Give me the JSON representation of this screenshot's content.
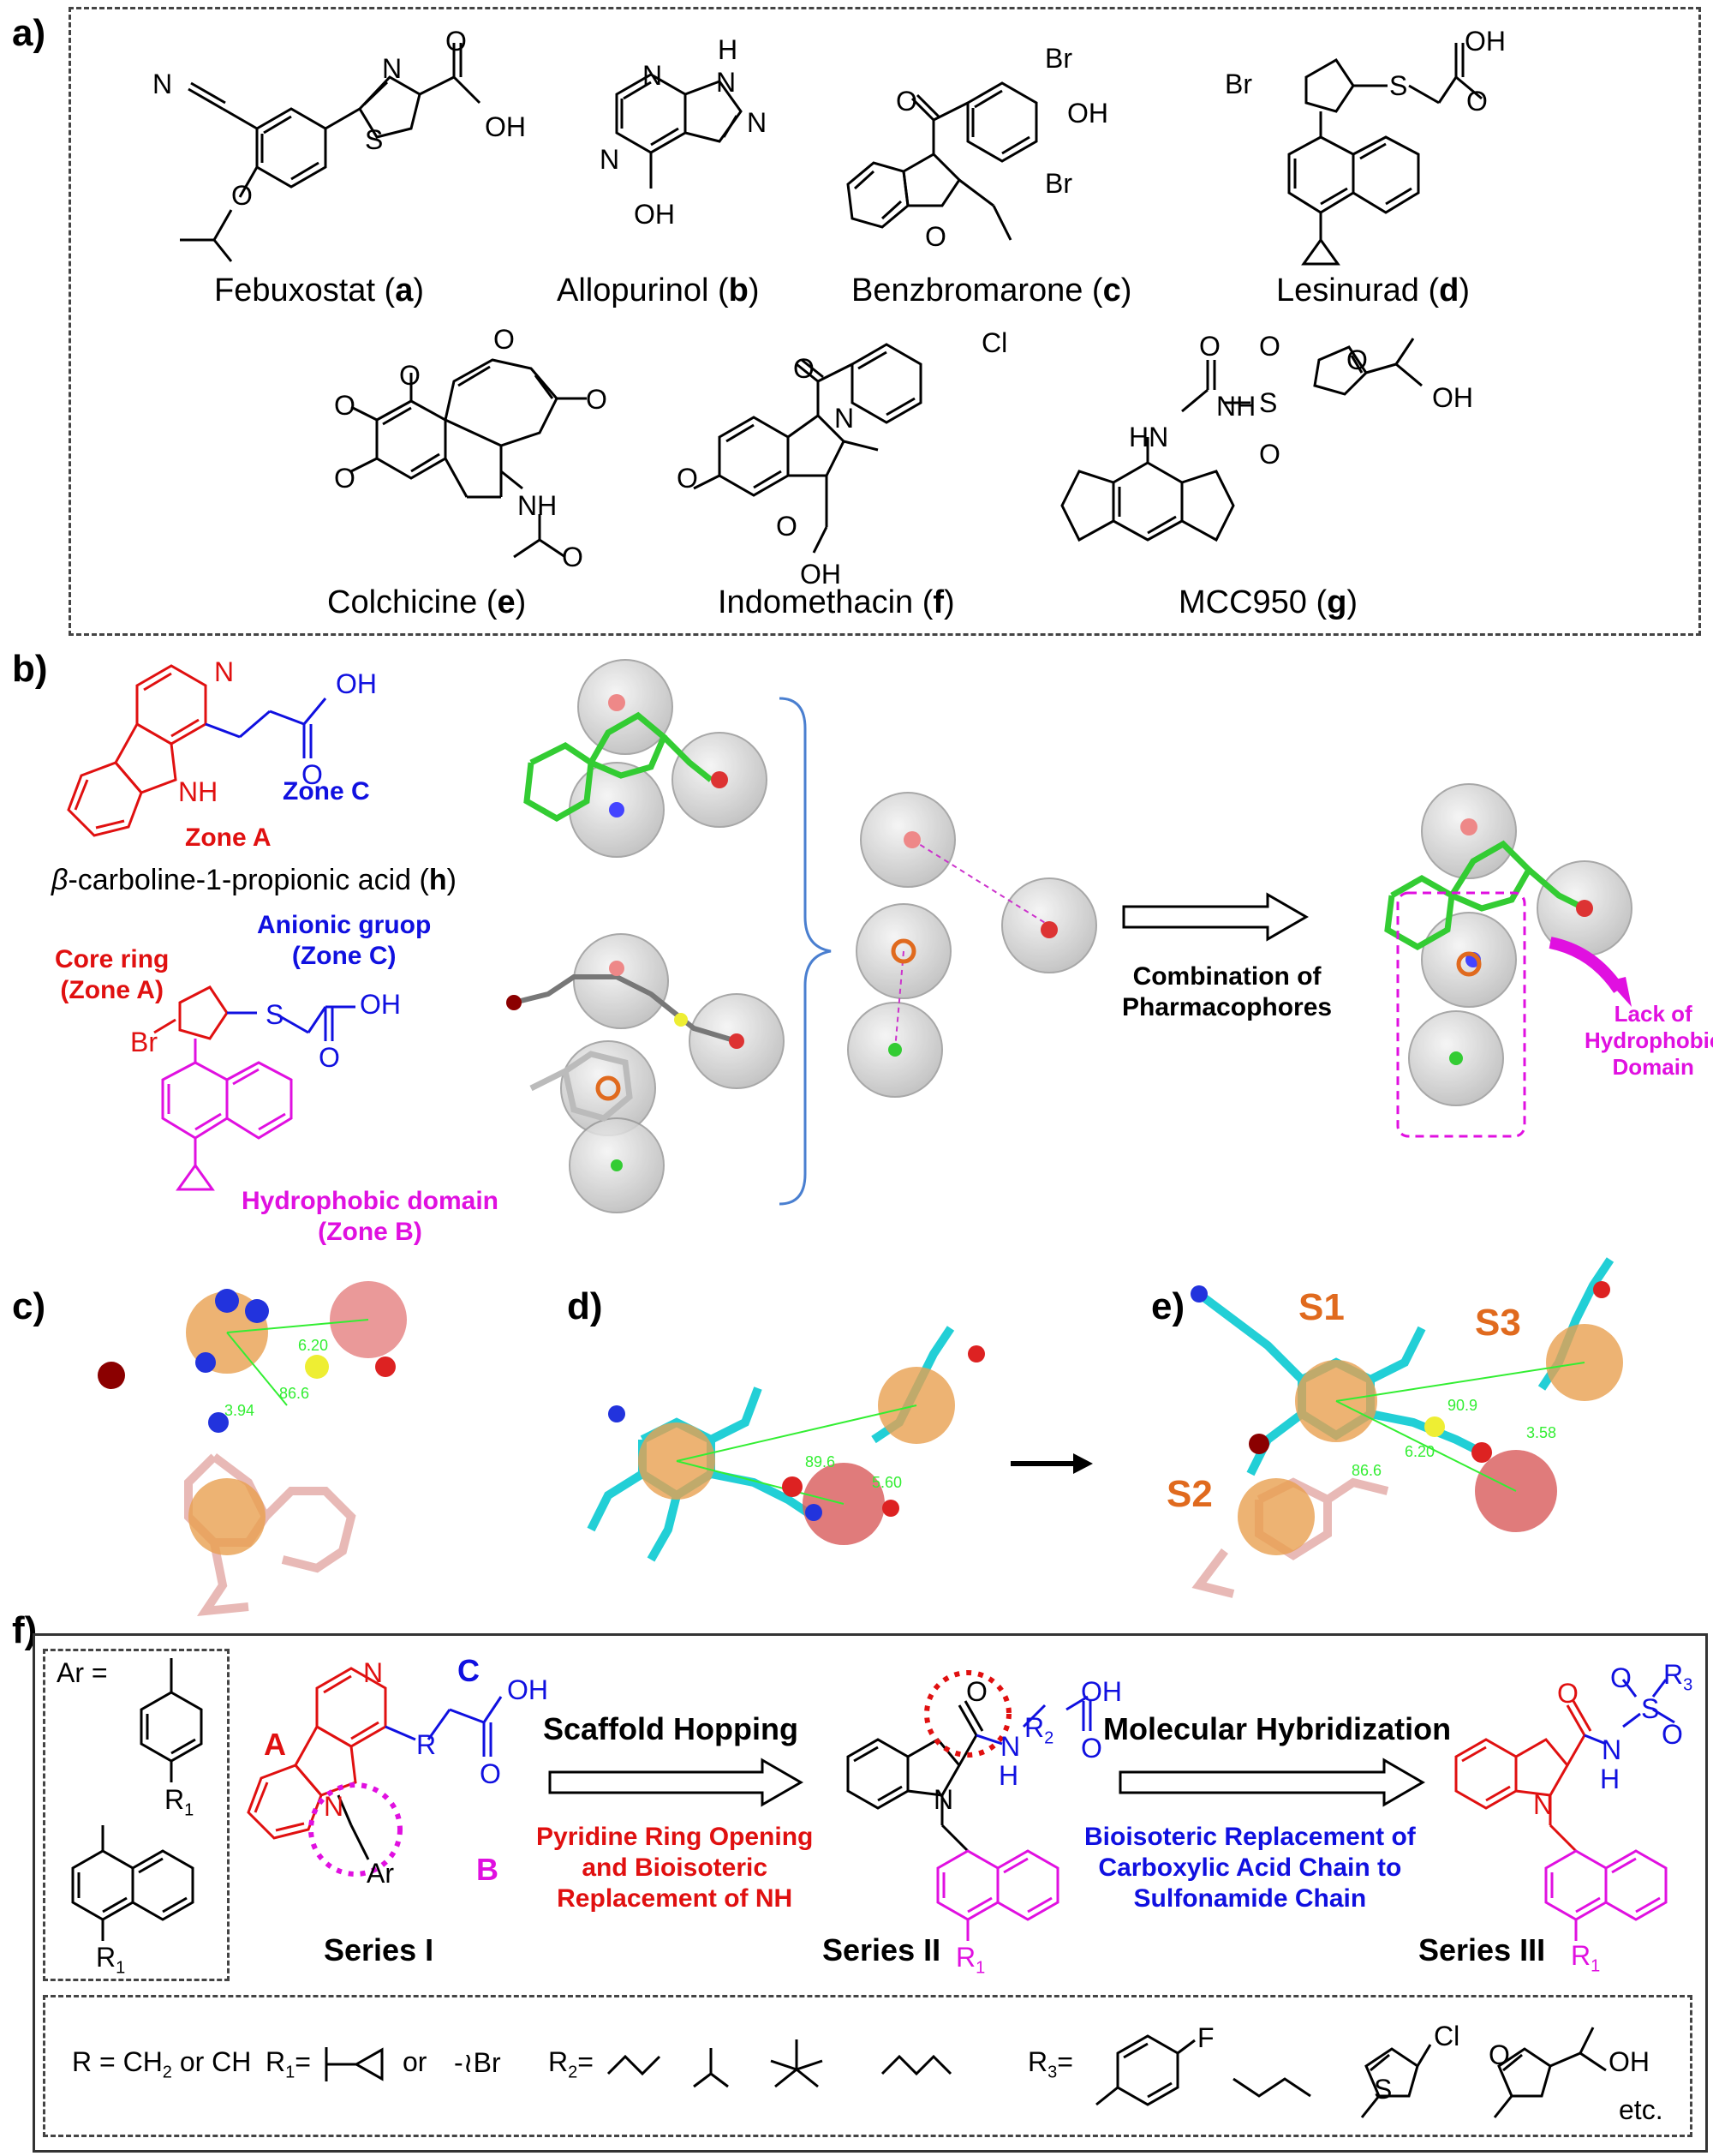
{
  "panel_a": {
    "letter": "a)",
    "compounds": [
      {
        "name": "Febuxostat (",
        "id": "a",
        "close": ")"
      },
      {
        "name": "Allopurinol (",
        "id": "b",
        "close": ")"
      },
      {
        "name": "Benzbromarone (",
        "id": "c",
        "close": ")"
      },
      {
        "name": "Lesinurad (",
        "id": "d",
        "close": ")"
      },
      {
        "name": "Colchicine (",
        "id": "e",
        "close": ")"
      },
      {
        "name": "Indomethacin (",
        "id": "f",
        "close": ")"
      },
      {
        "name": "MCC950 (",
        "id": "g",
        "close": ")"
      }
    ],
    "atoms": {
      "n": "N",
      "nh": "NH",
      "oh": "OH",
      "o": "O",
      "s": "S",
      "br": "Br",
      "cl": "Cl",
      "h": "H",
      "hn": "HN",
      "n_triple": "N"
    }
  },
  "panel_b": {
    "letter": "b)",
    "zone_a": "Zone A",
    "zone_c": "Zone C",
    "compound_name_prefix": "β",
    "compound_name": "-carboline-1-propionic acid (",
    "compound_id": "h",
    "compound_close": ")",
    "anionic_group": "Anionic gruop",
    "anionic_zone": "(Zone C)",
    "core_ring": "Core ring",
    "core_zone": "(Zone A)",
    "hydrophobic": "Hydrophobic domain",
    "hydrophobic_zone": "(Zone B)",
    "combination": "Combination of",
    "combination2": "Pharmacophores",
    "lack": "Lack of",
    "lack2": "Hydrophobic",
    "lack3": "Domain"
  },
  "panel_c": {
    "letter": "c)",
    "dist1": "6.20",
    "dist2": "86.6",
    "dist3": "3.94"
  },
  "panel_d": {
    "letter": "d)",
    "dist1": "89.6",
    "dist2": "5.60"
  },
  "panel_e": {
    "letter": "e)",
    "s1": "S1",
    "s2": "S2",
    "s3": "S3",
    "d1": "90.9",
    "d2": "3.58",
    "d3": "6.20",
    "d4": "86.6"
  },
  "panel_f": {
    "letter": "f)",
    "ar_eq": "Ar =",
    "r1": "R",
    "r1_sub": "1",
    "label_a": "A",
    "label_b": "B",
    "label_c": "C",
    "ar": "Ar",
    "series1": "Series I",
    "series2": "Series II",
    "series3": "Series III",
    "scaffold": "Scaffold Hopping",
    "scaffold_note1": "Pyridine Ring Opening",
    "scaffold_note2": "and Bioisoteric",
    "scaffold_note3": "Replacement of NH",
    "hybrid": "Molecular Hybridization",
    "hybrid_note1": "Bioisoteric Replacement of",
    "hybrid_note2": "Carboxylic Acid Chain to",
    "hybrid_note3": "Sulfonamide Chain",
    "r_def": "R = CH",
    "r_def_sub": "2",
    "r_def_tail": " or CH",
    "r1_def": "R",
    "r1_def_sub": "1",
    "r1_def_eq": "=",
    "or": "or",
    "br": "Br",
    "r2_def": "R",
    "r2_def_sub": "2",
    "r2_def_eq": "=",
    "r3_def": "R",
    "r3_def_sub": "3",
    "r3_def_eq": "=",
    "etc": "etc.",
    "f": "F",
    "cl": "Cl",
    "s": "S",
    "o": "O",
    "oh": "OH",
    "n": "N",
    "h": "H",
    "r": "R",
    "r2": "R",
    "r2_sub": "2",
    "r3": "R",
    "r3_sub": "3"
  },
  "colors": {
    "red": "#e01010",
    "blue": "#1010e0",
    "magenta": "#e010e0",
    "orange": "#e06a1e",
    "cyan": "#22cfd6",
    "pink": "#e8b9b6",
    "green": "#44dd44"
  }
}
